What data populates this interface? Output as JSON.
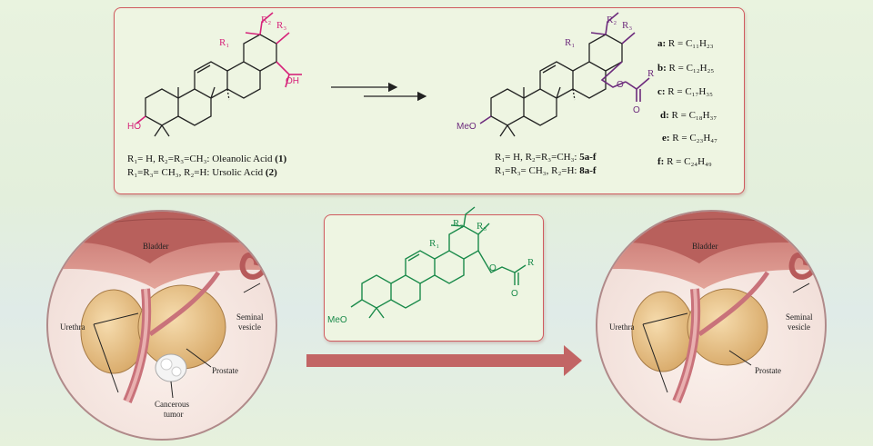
{
  "colors": {
    "magenta": "#d6237a",
    "purple": "#6c2a7c",
    "green": "#1a8a4a",
    "arrow": "#c26565",
    "frame": "#d05a5f"
  },
  "reaction": {
    "starting_labels": {
      "r1": "R₁",
      "r2": "R₂",
      "r3": "R₃",
      "oh": "OH",
      "ho": "HO",
      "line1_prefix": "R₁= H, R₂=R₃=CH₃: Oleanolic Acid ",
      "line1_num": "(1)",
      "line2_prefix": "R₁=R₃= CH₃, R₂=H: Ursolic Acid ",
      "line2_num": "(2)"
    },
    "product_labels": {
      "r1": "R₁",
      "r2": "R₂",
      "r3": "R₃",
      "meo": "MeO",
      "o": "O",
      "r": "R",
      "line1_prefix": "R₁= H, R₂=R₃=CH₃: ",
      "line1_num": "5a-f",
      "line2_prefix": "R₁=R₃= CH₃, R₂=H: ",
      "line2_num": "8a-f"
    },
    "substituents": [
      {
        "key": "a:",
        "text": "R = C₁₁H₂₃"
      },
      {
        "key": "b:",
        "text": "R = C₁₂H₂₅"
      },
      {
        "key": "c:",
        "text": "R = C₁₇H₃₅"
      },
      {
        "key": "d:",
        "text": "R = C₁₈H₃₇"
      },
      {
        "key": "e:",
        "text": "R = C₂₃H₄₇"
      },
      {
        "key": "f:",
        "text": "R = C₂₄H₄₉"
      }
    ]
  },
  "compound_box": {
    "r1": "R₁",
    "r2": "R₂",
    "r3": "R₃",
    "meo": "MeO",
    "o": "O",
    "r": "R"
  },
  "left_anatomy": {
    "bladder": "Bladder",
    "urethra": "Urethra",
    "seminal_line1": "Seminal",
    "seminal_line2": "vesicle",
    "prostate": "Prostate",
    "tumor_line1": "Cancerous",
    "tumor_line2": "tumor"
  },
  "right_anatomy": {
    "bladder": "Bladder",
    "urethra": "Urethra",
    "seminal_line1": "Seminal",
    "seminal_line2": "vesicle",
    "prostate": "Prostate"
  }
}
